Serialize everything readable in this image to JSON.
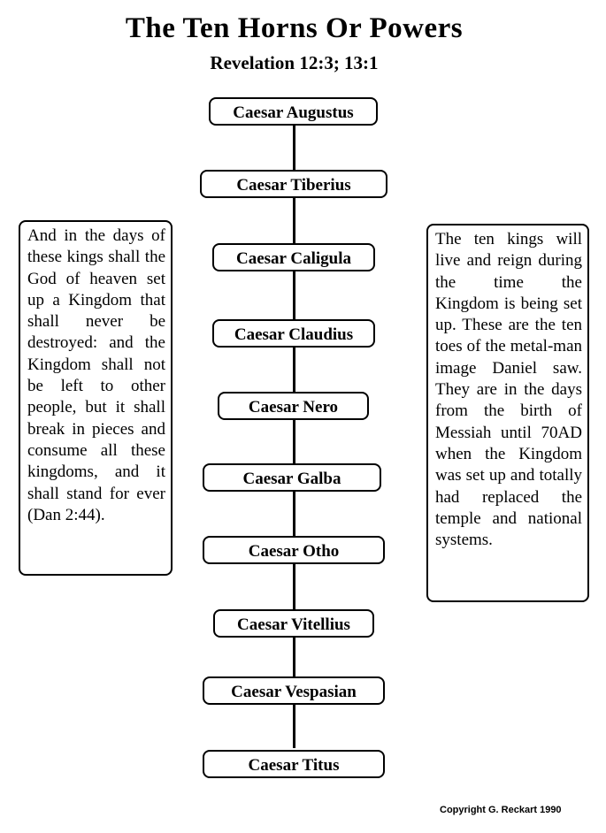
{
  "title": "The Ten Horns Or Powers",
  "subtitle": "Revelation 12:3; 13:1",
  "kings": [
    "Caesar Augustus",
    "Caesar Tiberius",
    "Caesar Caligula",
    "Caesar Claudius",
    "Caesar Nero",
    "Caesar Galba",
    "Caesar Otho",
    "Caesar Vitellius",
    "Caesar Vespasian",
    "Caesar Titus"
  ],
  "left_note": "And in the days of these kings shall the God of heaven set up a Kingdom that shall never be destroyed: and the Kingdom shall not be left to other people, but it shall break in pieces and consume all these kingdoms, and it shall stand for ever (Dan 2:44).",
  "right_note": "The ten kings will live and reign during the time the Kingdom is being set up. These are the ten toes of the metal-man image Daniel saw. They are in the days from the birth of Messiah until 70AD when the Kingdom was set up and totally had replaced the temple and national systems.",
  "copyright": "Copyright G. Reckart 1990"
}
